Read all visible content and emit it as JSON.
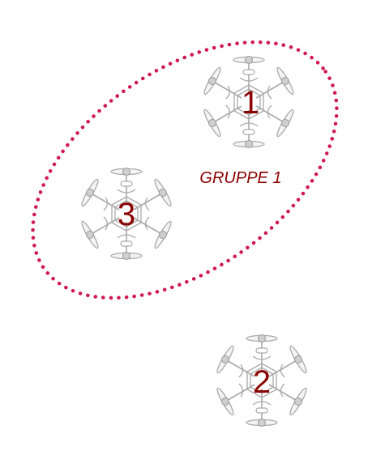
{
  "colors": {
    "label": "#8b0000",
    "group_outline": "#d01850",
    "drone_stroke": "#a9a9a9",
    "drone_fill": "#f4f4f4",
    "motor_fill": "#cfcfcf"
  },
  "group": {
    "label": "GRUPPE 1",
    "members": [
      "1",
      "3"
    ]
  },
  "drones": [
    {
      "id": "drone-1",
      "label": "1",
      "icon": "hexacopter-drone-icon"
    },
    {
      "id": "drone-2",
      "label": "2",
      "icon": "hexacopter-drone-icon"
    },
    {
      "id": "drone-3",
      "label": "3",
      "icon": "hexacopter-drone-icon"
    }
  ]
}
